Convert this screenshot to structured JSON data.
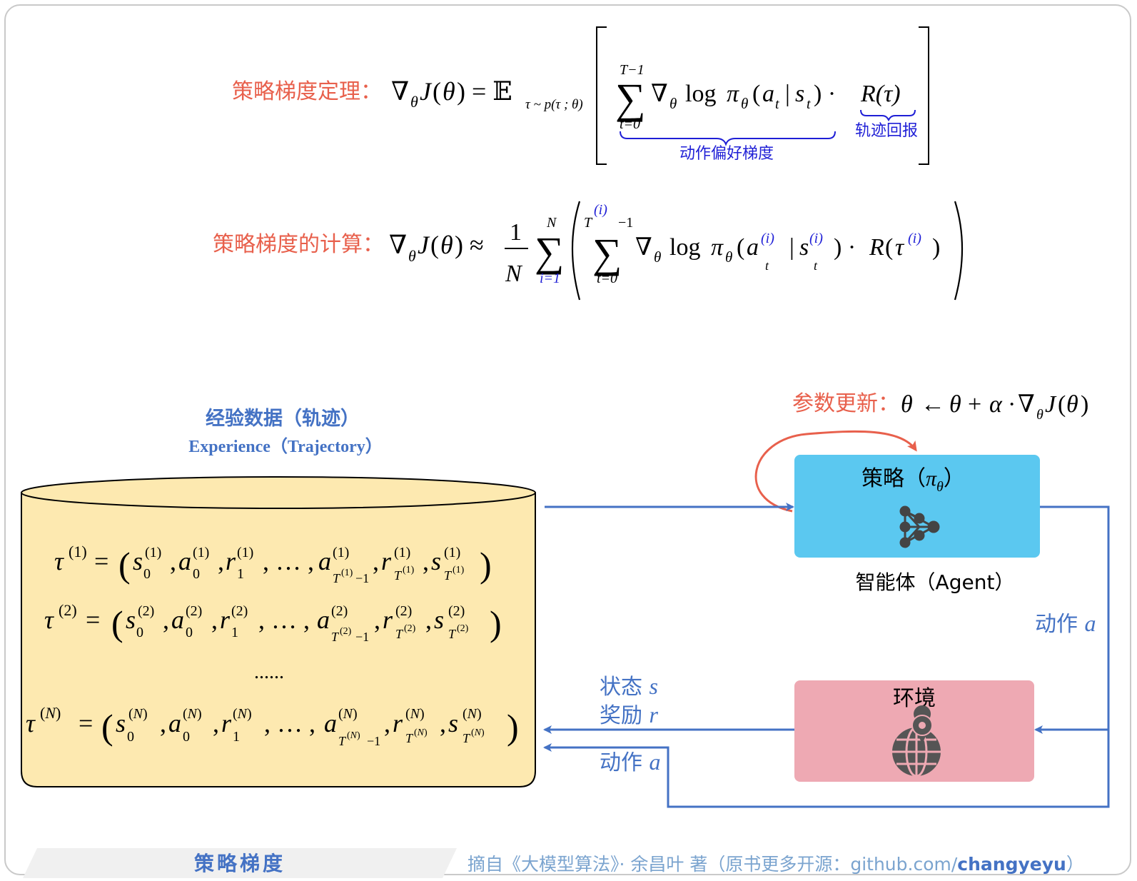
{
  "theorem": {
    "label": "策略梯度定理：",
    "lhs": "∇θJ(θ) = 𝔼τ~p(τ;θ)",
    "sum_upper": "T−1",
    "sum_lower": "t=0",
    "term": "∇θ log πθ(at | st) ·",
    "reward": "R(τ)",
    "brace_action_label": "动作偏好梯度",
    "brace_reward_label": "轨迹回报"
  },
  "computation": {
    "label": "策略梯度的计算：",
    "lhs": "∇θJ(θ) ≈",
    "frac_num": "1",
    "frac_den": "N",
    "outer_upper": "N",
    "outer_lower": "i=1",
    "inner_upper_T": "T",
    "inner_upper_sup": "(i)",
    "inner_upper_minus": "−1",
    "inner_lower": "t=0",
    "term": "∇θ log πθ(a(i)t | s(i)t) · R(τ(i))"
  },
  "experience": {
    "title_cn": "经验数据（轨迹）",
    "title_en": "Experience（Trajectory）",
    "rows": [
      "τ(1) = (s0(1), a0(1), r1(1), …, aT(1)−1(1), rT(1)(1), sT(1)(1))",
      "τ(2) = (s0(2), a0(2), r1(2), …, aT(2)−1(2), rT(2)(2), sT(2)(2))",
      "......",
      "τ(N) = (s0(N), a0(N), r1(N), …, aT(N)−1(N), rT(N)(N), sT(N)(N))"
    ]
  },
  "update": {
    "label": "参数更新：",
    "formula": "θ ← θ + α · ∇θJ(θ)"
  },
  "agent": {
    "box_title": "策略（πθ）",
    "caption": "智能体（Agent）",
    "icon": "neural-network-icon",
    "color": "#5bc8f0"
  },
  "environment": {
    "box_title": "环境",
    "icon": "globe-pin-icon",
    "color": "#eea9b3"
  },
  "arrows": {
    "action_right": "动作 a",
    "state": "状态 s",
    "reward": "奖励 r",
    "action_left": "动作 a",
    "color": "#4472c4"
  },
  "footer": {
    "title": "策略梯度",
    "source_prefix": "摘自《大模型算法》· 余昌叶 著（原书更多开源：github.com/",
    "source_bold": "changyeyu",
    "source_suffix": "）"
  }
}
